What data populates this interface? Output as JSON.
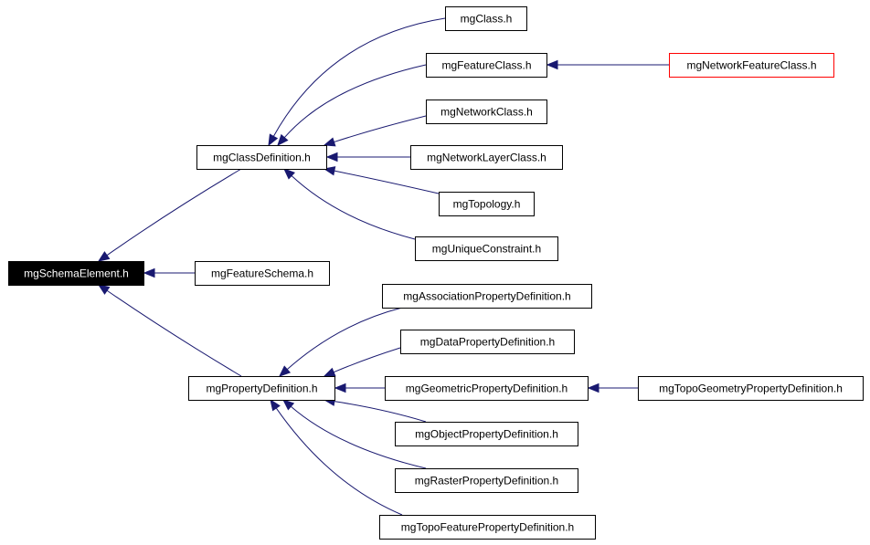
{
  "diagram": {
    "nodes": [
      {
        "id": "schema_element",
        "label": "mgSchemaElement.h",
        "style": "root"
      },
      {
        "id": "class_definition",
        "label": "mgClassDefinition.h",
        "style": "normal"
      },
      {
        "id": "feature_schema",
        "label": "mgFeatureSchema.h",
        "style": "normal"
      },
      {
        "id": "property_definition",
        "label": "mgPropertyDefinition.h",
        "style": "normal"
      },
      {
        "id": "class",
        "label": "mgClass.h",
        "style": "normal"
      },
      {
        "id": "feature_class",
        "label": "mgFeatureClass.h",
        "style": "normal"
      },
      {
        "id": "network_feature_class",
        "label": "mgNetworkFeatureClass.h",
        "style": "red"
      },
      {
        "id": "network_class",
        "label": "mgNetworkClass.h",
        "style": "normal"
      },
      {
        "id": "network_layer_class",
        "label": "mgNetworkLayerClass.h",
        "style": "normal"
      },
      {
        "id": "topology",
        "label": "mgTopology.h",
        "style": "normal"
      },
      {
        "id": "unique_constraint",
        "label": "mgUniqueConstraint.h",
        "style": "normal"
      },
      {
        "id": "association_property",
        "label": "mgAssociationPropertyDefinition.h",
        "style": "normal"
      },
      {
        "id": "data_property",
        "label": "mgDataPropertyDefinition.h",
        "style": "normal"
      },
      {
        "id": "geometric_property",
        "label": "mgGeometricPropertyDefinition.h",
        "style": "normal"
      },
      {
        "id": "topo_geometry_property",
        "label": "mgTopoGeometryPropertyDefinition.h",
        "style": "normal"
      },
      {
        "id": "object_property",
        "label": "mgObjectPropertyDefinition.h",
        "style": "normal"
      },
      {
        "id": "raster_property",
        "label": "mgRasterPropertyDefinition.h",
        "style": "normal"
      },
      {
        "id": "topo_feature_property",
        "label": "mgTopoFeaturePropertyDefinition.h",
        "style": "normal"
      }
    ],
    "edges": [
      {
        "from": "class_definition",
        "to": "schema_element"
      },
      {
        "from": "feature_schema",
        "to": "schema_element"
      },
      {
        "from": "property_definition",
        "to": "schema_element"
      },
      {
        "from": "class",
        "to": "class_definition"
      },
      {
        "from": "feature_class",
        "to": "class_definition"
      },
      {
        "from": "network_class",
        "to": "class_definition"
      },
      {
        "from": "network_layer_class",
        "to": "class_definition"
      },
      {
        "from": "topology",
        "to": "class_definition"
      },
      {
        "from": "unique_constraint",
        "to": "class_definition"
      },
      {
        "from": "network_feature_class",
        "to": "feature_class"
      },
      {
        "from": "association_property",
        "to": "property_definition"
      },
      {
        "from": "data_property",
        "to": "property_definition"
      },
      {
        "from": "geometric_property",
        "to": "property_definition"
      },
      {
        "from": "object_property",
        "to": "property_definition"
      },
      {
        "from": "raster_property",
        "to": "property_definition"
      },
      {
        "from": "topo_feature_property",
        "to": "property_definition"
      },
      {
        "from": "topo_geometry_property",
        "to": "geometric_property"
      }
    ],
    "colors": {
      "edge": "#191970",
      "root_fill": "#000000",
      "root_text": "#ffffff",
      "highlight_border": "#ff0000",
      "border": "#000000"
    }
  }
}
